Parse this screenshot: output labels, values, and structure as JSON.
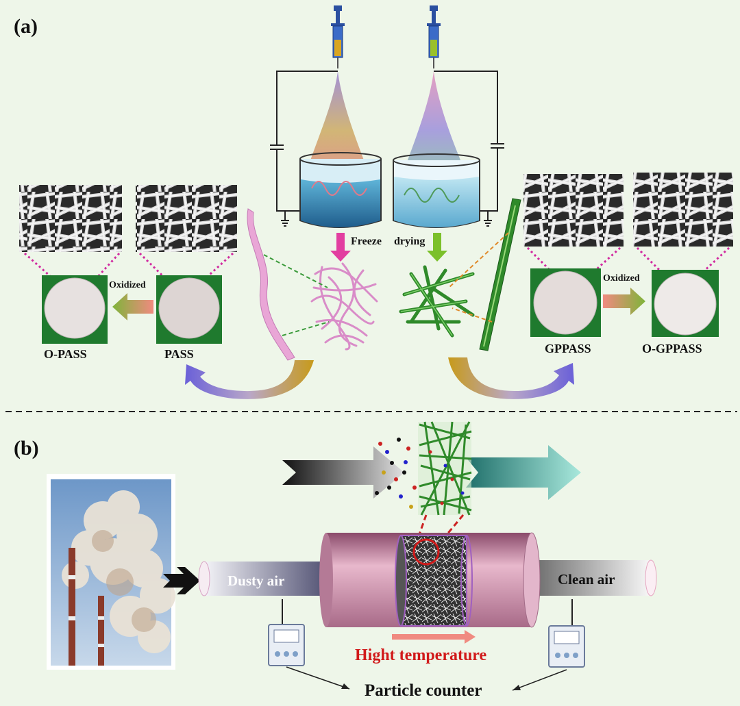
{
  "panel_a": {
    "label": "(a)",
    "freeze_drying_left": "Freeze",
    "freeze_drying_right": "drying",
    "oxidized_left": "Oxidized",
    "oxidized_right": "Oxidized",
    "samples": {
      "o_pass": "O-PASS",
      "pass": "PASS",
      "gppass": "GPPASS",
      "o_gppass": "O-GPPASS"
    }
  },
  "panel_b": {
    "label": "(b)",
    "dusty_air": "Dusty air",
    "clean_air": "Clean air",
    "high_temperature": "Hight temperature",
    "particle_counter": "Particle counter"
  },
  "colors": {
    "background": "#eef6e9",
    "pink_fiber": "#d98cc8",
    "green_fiber": "#2f8a2a",
    "sample_bg": "#1f7a2e",
    "warning_red": "#d11a1a"
  }
}
